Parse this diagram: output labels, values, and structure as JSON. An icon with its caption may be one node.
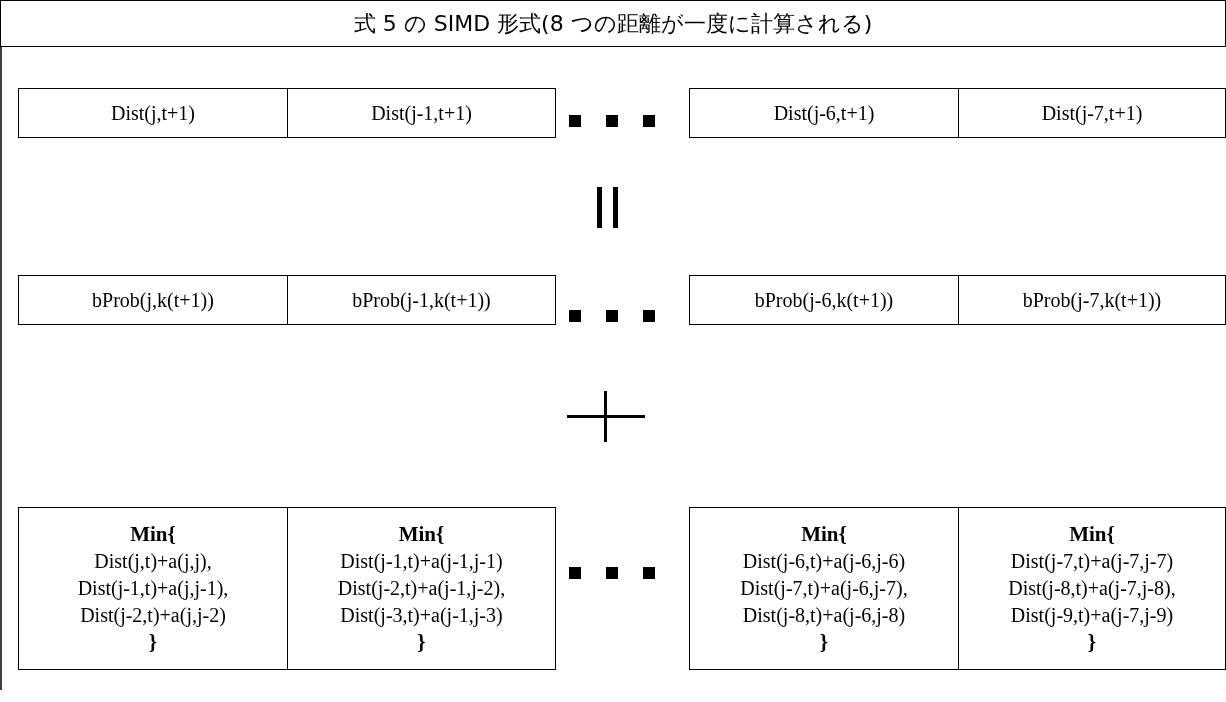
{
  "diagram": {
    "title": "式 5 の SIMD 形式(8 つの距離が一度に計算される)",
    "nodes": [
      {
        "text": [
          "Dist(j,t+1)"
        ]
      },
      {
        "text": [
          "Dist(j-1,t+1)"
        ]
      },
      {
        "text": [
          "Dist(j-6,t+1)"
        ]
      },
      {
        "text": [
          "Dist(j-7,t+1)"
        ]
      },
      {
        "text": [
          "bProb(j,k(t+1))"
        ]
      },
      {
        "text": [
          "bProb(j-1,k(t+1))"
        ]
      },
      {
        "text": [
          "bProb(j-6,k(t+1))"
        ]
      },
      {
        "text": [
          "bProb(j-7,k(t+1))"
        ]
      },
      {
        "text": [
          "Min{",
          "Dist(j,t)+a(j,j),",
          "Dist(j-1,t)+a(j,j-1),",
          "Dist(j-2,t)+a(j,j-2)",
          "}"
        ]
      },
      {
        "text": [
          "Min{",
          "Dist(j-1,t)+a(j-1,j-1)",
          "Dist(j-2,t)+a(j-1,j-2),",
          "Dist(j-3,t)+a(j-1,j-3)",
          "}"
        ]
      },
      {
        "text": [
          "Min{",
          "Dist(j-6,t)+a(j-6,j-6)",
          "Dist(j-7,t)+a(j-6,j-7),",
          "Dist(j-8,t)+a(j-6,j-8)",
          "}"
        ]
      },
      {
        "text": [
          "Min{",
          "Dist(j-7,t)+a(j-7,j-7)",
          "Dist(j-8,t)+a(j-7,j-8),",
          "Dist(j-9,t)+a(j-7,j-9)",
          "}"
        ]
      }
    ],
    "edges": []
  }
}
